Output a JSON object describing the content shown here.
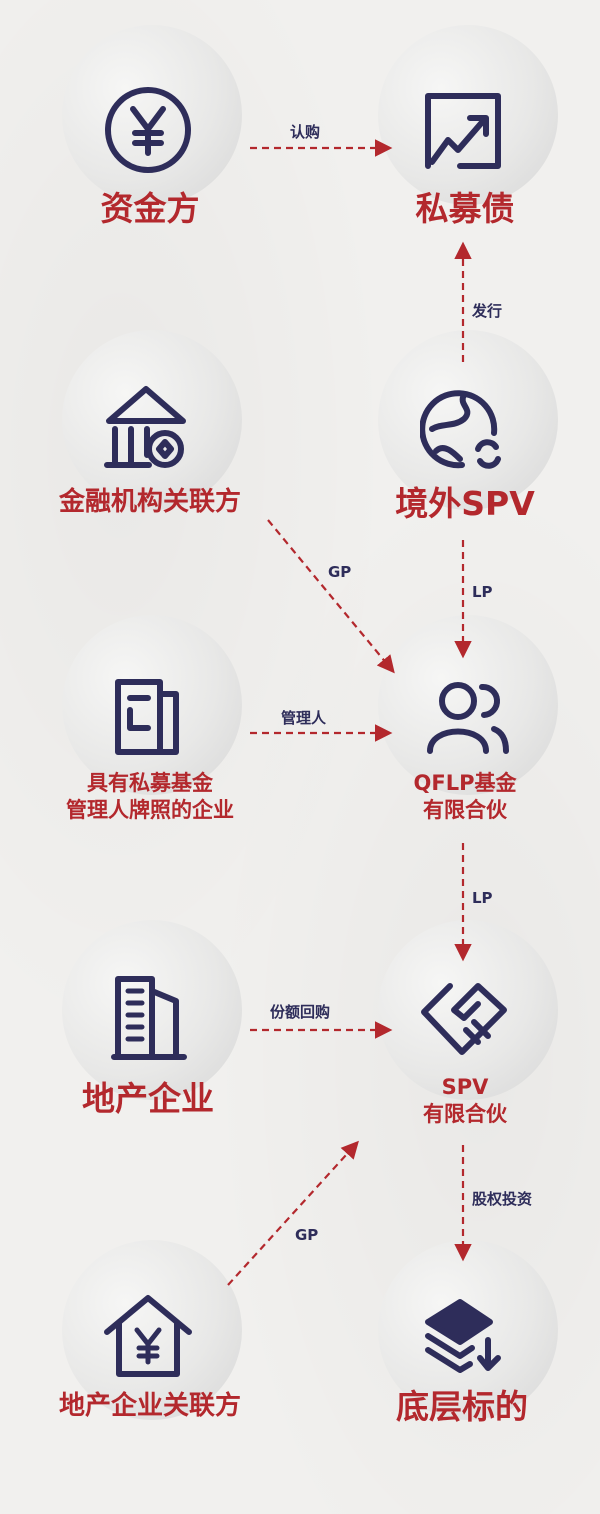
{
  "colors": {
    "navy": "#2e2d5a",
    "red": "#b3282d"
  },
  "nodes": {
    "investor": {
      "label": "资金方",
      "icon": "yen-coin-icon"
    },
    "private_bond": {
      "label": "私募债",
      "icon": "growth-chart-icon"
    },
    "fin_affiliate": {
      "label": "金融机构关联方",
      "icon": "bank-icon"
    },
    "offshore_spv": {
      "label": "境外SPV",
      "icon": "globe-icon"
    },
    "pe_manager": {
      "line1": "具有私募基金",
      "line2": "管理人牌照的企业",
      "icon": "document-icon"
    },
    "qflp": {
      "line1": "QFLP基金",
      "line2": "有限合伙",
      "icon": "users-icon"
    },
    "developer": {
      "label": "地产企业",
      "icon": "building-icon"
    },
    "spv_lp": {
      "line1": "SPV",
      "line2": "有限合伙",
      "icon": "handshake-icon"
    },
    "dev_affiliate": {
      "label": "地产企业关联方",
      "icon": "house-yen-icon"
    },
    "underlying": {
      "label": "底层标的",
      "icon": "layers-icon"
    }
  },
  "edges": {
    "subscribe": "认购",
    "issue": "发行",
    "gp1": "GP",
    "lp1": "LP",
    "manager": "管理人",
    "lp2": "LP",
    "buyback": "份额回购",
    "gp2": "GP",
    "equity": "股权投资"
  }
}
